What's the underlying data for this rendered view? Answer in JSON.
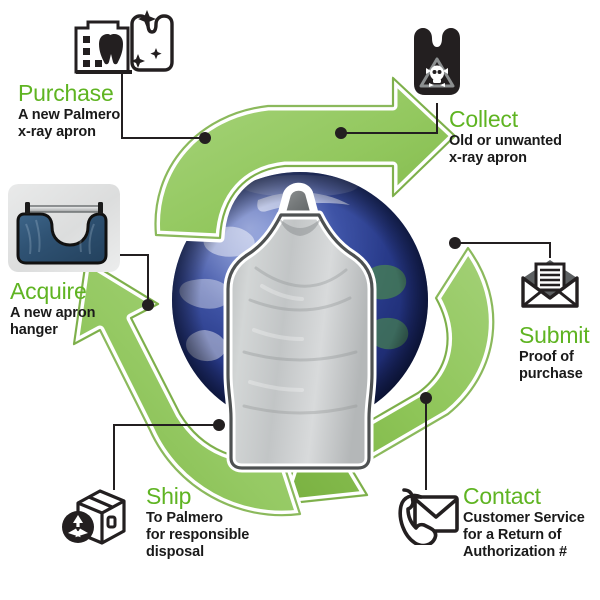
{
  "meta": {
    "brand_green": "#5fb422",
    "arrow_green_light": "#9ccd6a",
    "arrow_green_mid": "#8cc45c",
    "arrow_green_dark": "#7ab143",
    "text_black": "#1a1a1a",
    "connector_color": "#231f20",
    "background": "#ffffff"
  },
  "steps": [
    {
      "id": "purchase",
      "title": "Purchase",
      "desc_lines": [
        "A new Palmero",
        "x-ray apron"
      ],
      "icon_name": "dental-office-new-apron-icon"
    },
    {
      "id": "collect",
      "title": "Collect",
      "desc_lines": [
        "Old or unwanted",
        "x-ray apron"
      ],
      "icon_name": "hazard-apron-icon"
    },
    {
      "id": "submit",
      "title": "Submit",
      "desc_lines": [
        "Proof of",
        "purchase"
      ],
      "icon_name": "open-envelope-document-icon"
    },
    {
      "id": "contact",
      "title": "Contact",
      "desc_lines": [
        "Customer Service",
        "for a Return of",
        "Authorization #"
      ],
      "icon_name": "phone-envelope-icon"
    },
    {
      "id": "ship",
      "title": "Ship",
      "desc_lines": [
        "To Palmero",
        "for responsible",
        "disposal"
      ],
      "icon_name": "recycle-shipping-box-icon"
    },
    {
      "id": "acquire",
      "title": "Acquire",
      "desc_lines": [
        "A new apron",
        "hanger"
      ],
      "icon_name": "blue-apron-hanger-photo"
    }
  ],
  "center": {
    "recycle_symbol_name": "recycling-arrows",
    "globe_name": "earth-globe",
    "apron_name": "gray-xray-apron"
  }
}
